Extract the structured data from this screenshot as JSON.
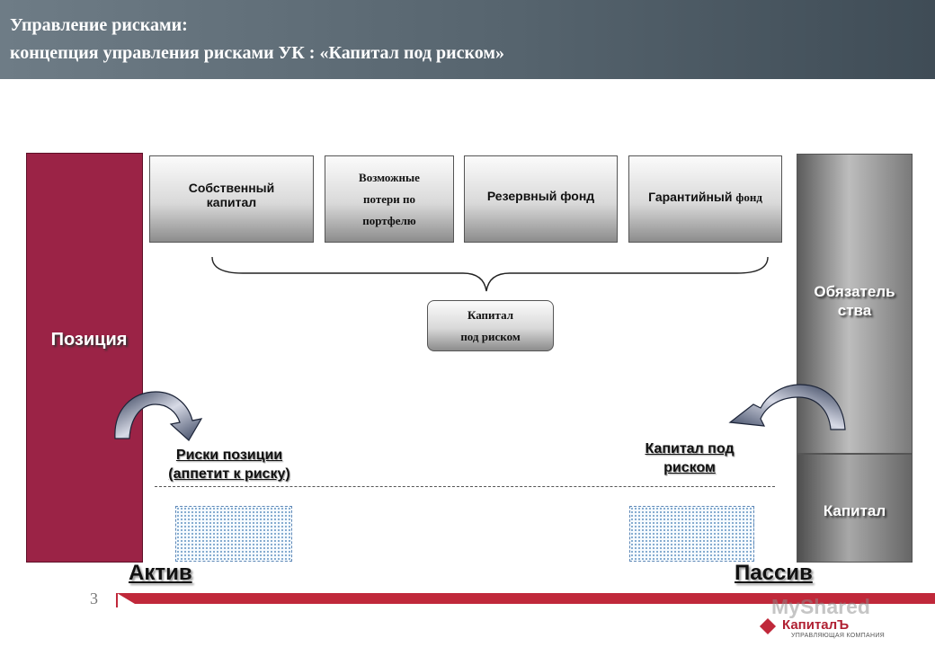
{
  "header": {
    "title_line1": "Управление рисками:",
    "title_line2": "концепция управления рисками УК : «Капитал под риском»"
  },
  "boxes": {
    "own_capital": [
      "Собственный",
      "капитал"
    ],
    "possible_losses": [
      "Возможные",
      "потери по",
      "портфелю"
    ],
    "reserve_fund": "Резервный фонд",
    "guarantee_fund": [
      "Гарантийный",
      "фонд"
    ]
  },
  "capital_at_risk_box": [
    "Капитал",
    "под риском"
  ],
  "position_label": "Позиция",
  "liabilities_label": [
    "Обязатель",
    "ства"
  ],
  "capital_label": "Капитал",
  "risks_label": [
    "Риски позиции",
    "(аппетит к риску)"
  ],
  "capital_risk_label": [
    "Капитал под",
    "риском"
  ],
  "assets_label": "Актив",
  "liabilities_side_label": "Пассив",
  "page_number": "3",
  "watermark": "MyShared",
  "logo": {
    "name": "КапиталЪ",
    "subtitle": "УПРАВЛЯЮЩАЯ КОМПАНИЯ"
  },
  "colors": {
    "position": "#9b2346",
    "header": "#56646e",
    "accent_red": "#c0283a"
  }
}
